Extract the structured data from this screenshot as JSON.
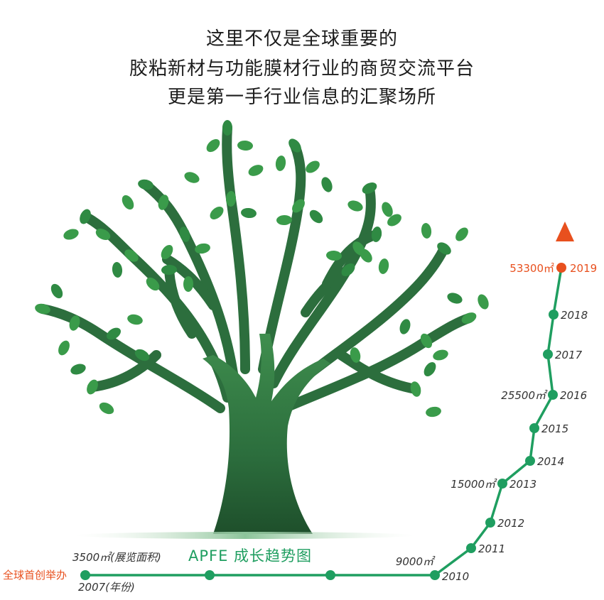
{
  "headline": {
    "line1": "这里不仅是全球重要的",
    "line2": "胶粘新材与功能膜材行业的商贸交流平台",
    "line3": "更是第一手行业信息的汇聚场所"
  },
  "colors": {
    "line": "#1f9e60",
    "accent": "#e8501e",
    "trunk": "#2c6e3d",
    "leaf": "#3a9b4a",
    "text": "#333333"
  },
  "icons": {
    "tree": "tree-illustration",
    "arrow": "up-arrow-icon"
  },
  "chart_data": {
    "type": "line",
    "title": "APFE 成长趋势图",
    "start_label": "全球首创举办",
    "first_year_suffix": "(年份)",
    "first_value_suffix": "(展览面积)",
    "points": [
      {
        "year": "2007",
        "value": "3500㎡"
      },
      {
        "year": "",
        "value": ""
      },
      {
        "year": "",
        "value": ""
      },
      {
        "year": "2010",
        "value": "9000㎡"
      },
      {
        "year": "2011",
        "value": ""
      },
      {
        "year": "2012",
        "value": ""
      },
      {
        "year": "2013",
        "value": "15000㎡"
      },
      {
        "year": "2014",
        "value": ""
      },
      {
        "year": "2015",
        "value": ""
      },
      {
        "year": "2016",
        "value": "25500㎡"
      },
      {
        "year": "2017",
        "value": ""
      },
      {
        "year": "2018",
        "value": ""
      },
      {
        "year": "2019",
        "value": "53300㎡"
      }
    ],
    "highlight_last": true
  }
}
